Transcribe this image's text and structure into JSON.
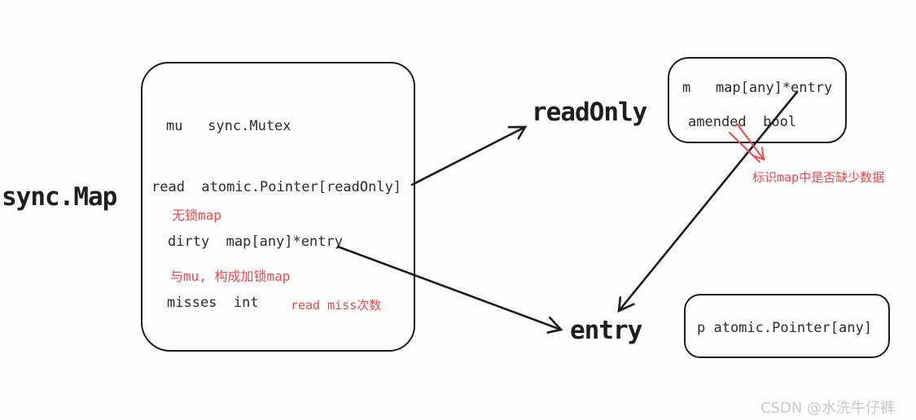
{
  "page": {
    "watermark": "CSDN @水洗牛仔裤"
  },
  "colors": {
    "ink": "#1c1c1c",
    "annotation_red": "#e64a4e",
    "watermark_gray": "#c9c9c9",
    "background": "#fdfdfd"
  },
  "labels": {
    "struct_title": "sync.Map",
    "read_only": "readOnly",
    "entry": "entry"
  },
  "sync_map_box": {
    "field_mu": "mu   sync.Mutex",
    "field_read": "read  atomic.Pointer[readOnly]",
    "note_read": "无锁map",
    "field_dirty": "dirty  map[any]*entry",
    "note_dirty": "与mu, 构成加锁map",
    "field_misses": "misses  int",
    "note_misses": "read miss次数"
  },
  "read_only_box": {
    "field_m": "m   map[any]*entry",
    "field_amended": "amended  bool"
  },
  "entry_box": {
    "field_p": "p atomic.Pointer[any]"
  },
  "annotations": {
    "amended_note": "标识map中是否缺少数据"
  }
}
